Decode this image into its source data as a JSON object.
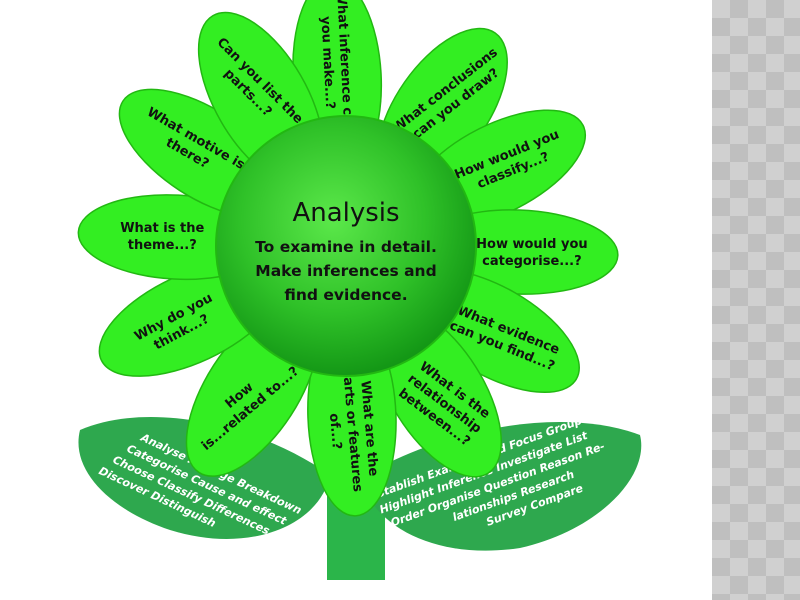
{
  "diagram": {
    "center": {
      "title": "Analysis",
      "lines": [
        "To examine in detail.",
        "Make inferences and",
        "find evidence."
      ]
    },
    "petals": [
      {
        "lines": [
          "What inference can",
          "you make...?"
        ]
      },
      {
        "lines": [
          "What conclusions",
          "can you draw?"
        ]
      },
      {
        "lines": [
          "How would you",
          "classify...?"
        ]
      },
      {
        "lines": [
          "How would you",
          "categorise...?"
        ]
      },
      {
        "lines": [
          "What evidence",
          "can you find...?"
        ]
      },
      {
        "lines": [
          "What is the",
          "relationship",
          "between...?"
        ]
      },
      {
        "lines": [
          "What are the",
          "parts or features",
          "of...?"
        ]
      },
      {
        "lines": [
          "How",
          "is...related to...?"
        ]
      },
      {
        "lines": [
          "Why do you",
          "think...?"
        ]
      },
      {
        "lines": [
          "What is the",
          "theme...?"
        ]
      },
      {
        "lines": [
          "What motive is",
          "there?"
        ]
      },
      {
        "lines": [
          "Can you list the",
          "parts...?"
        ]
      }
    ],
    "left_leaf": {
      "lines": [
        "Analyse Arrange Breakdown",
        "Categorise Cause and effect",
        "Choose Classify Differences",
        "Discover Distinguish"
      ]
    },
    "right_leaf": {
      "lines": [
        "Establish Examine Find Focus Group",
        "Highlight Inference Investigate List",
        "Order Organise Question Reason Re-",
        "lationships Research",
        "Survey Compare"
      ]
    },
    "colors": {
      "petal": "#33ee22",
      "petal_edge": "#22b812",
      "center_light": "#44dd33",
      "center_dark": "#0e8f12",
      "leaf": "#2ea84e",
      "stem": "#2bb54a"
    }
  }
}
